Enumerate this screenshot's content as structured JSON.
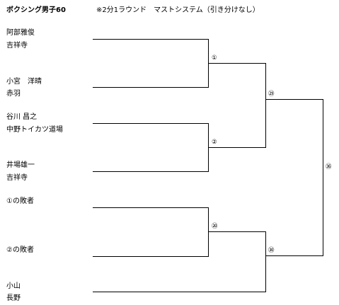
{
  "header": {
    "title": "ボクシング男子60",
    "rule_note": "※2分1ラウンド　マストシステム（引き分けなし）"
  },
  "entries": [
    {
      "name": "阿部雅俊",
      "affiliation": "吉祥寺"
    },
    {
      "name": "小宮　洋晴",
      "affiliation": "赤羽"
    },
    {
      "name": "谷川 昌之",
      "affiliation": "中野トイカツ道場"
    },
    {
      "name": "井場雄一",
      "affiliation": "吉祥寺"
    },
    {
      "name": "①の敗者",
      "affiliation": ""
    },
    {
      "name": "②の敗者",
      "affiliation": ""
    },
    {
      "name": "小山",
      "affiliation": "長野"
    }
  ],
  "matches": {
    "m1": "①",
    "m2": "②",
    "m20": "⑳",
    "m29": "㉙",
    "m30": "㉚",
    "m36": "㊱"
  }
}
